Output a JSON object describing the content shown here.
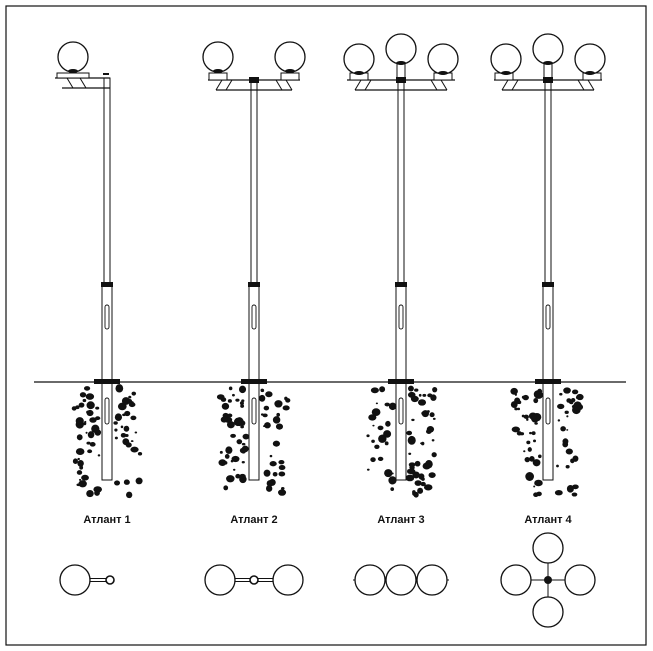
{
  "diagram": {
    "stroke_color": "#111111",
    "background": "#ffffff",
    "models": [
      {
        "label": "Атлант 1",
        "lamps": 1
      },
      {
        "label": "Атлант 2",
        "lamps": 2
      },
      {
        "label": "Атлант 3",
        "lamps": 3
      },
      {
        "label": "Атлант 4",
        "lamps": 4
      }
    ]
  }
}
